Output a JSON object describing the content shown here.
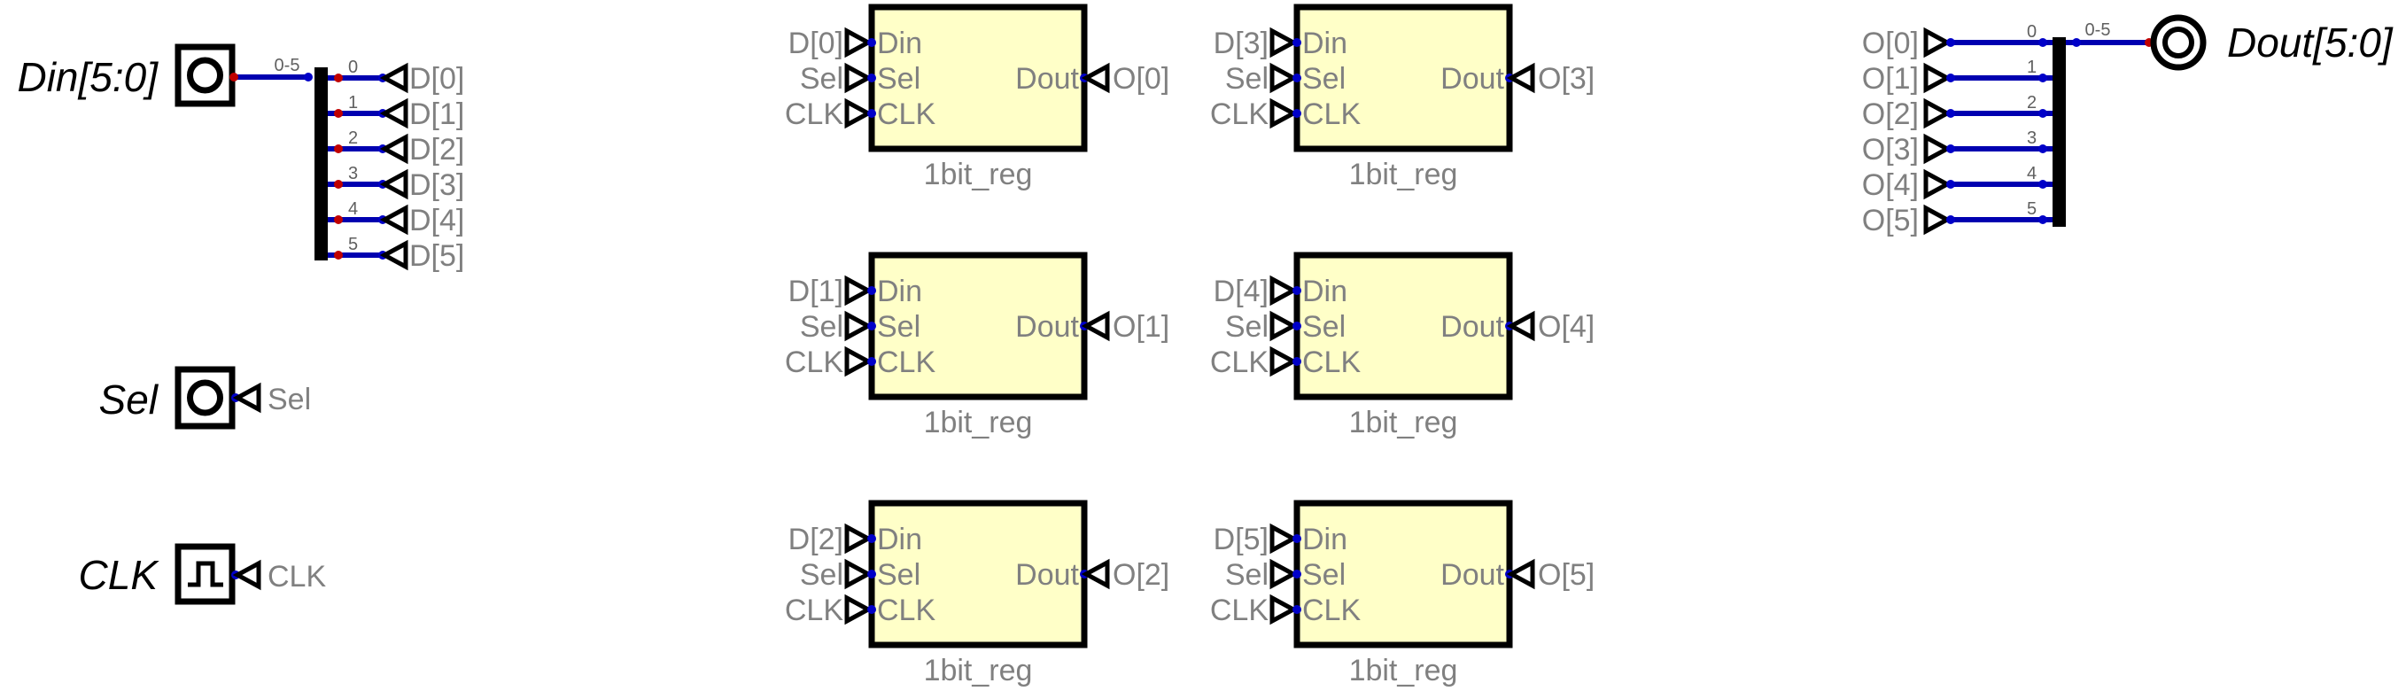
{
  "colors": {
    "wire": "#0000b0",
    "dot_blue": "#0000c8",
    "dot_red": "#c00000",
    "block_fill": "#ffffc8",
    "block_stroke": "#000000",
    "label_gray": "#808080"
  },
  "inputs": {
    "din": {
      "name": "Din[5:0]",
      "range": "0-5",
      "icon": "input-pin-icon"
    },
    "sel": {
      "name": "Sel",
      "tunnel": "Sel",
      "icon": "input-pin-icon"
    },
    "clk": {
      "name": "CLK",
      "tunnel": "CLK",
      "icon": "clock-icon"
    }
  },
  "splitter_in": {
    "bits": [
      "0",
      "1",
      "2",
      "3",
      "4",
      "5"
    ],
    "tunnels": [
      "D[0]",
      "D[1]",
      "D[2]",
      "D[3]",
      "D[4]",
      "D[5]"
    ]
  },
  "registers": [
    {
      "din": "D[0]",
      "sel": "Sel",
      "clk": "CLK",
      "out": "O[0]",
      "name": "1bit_reg",
      "port_din": "Din",
      "port_sel": "Sel",
      "port_clk": "CLK",
      "port_out": "Dout"
    },
    {
      "din": "D[1]",
      "sel": "Sel",
      "clk": "CLK",
      "out": "O[1]",
      "name": "1bit_reg",
      "port_din": "Din",
      "port_sel": "Sel",
      "port_clk": "CLK",
      "port_out": "Dout"
    },
    {
      "din": "D[2]",
      "sel": "Sel",
      "clk": "CLK",
      "out": "O[2]",
      "name": "1bit_reg",
      "port_din": "Din",
      "port_sel": "Sel",
      "port_clk": "CLK",
      "port_out": "Dout"
    },
    {
      "din": "D[3]",
      "sel": "Sel",
      "clk": "CLK",
      "out": "O[3]",
      "name": "1bit_reg",
      "port_din": "Din",
      "port_sel": "Sel",
      "port_clk": "CLK",
      "port_out": "Dout"
    },
    {
      "din": "D[4]",
      "sel": "Sel",
      "clk": "CLK",
      "out": "O[4]",
      "name": "1bit_reg",
      "port_din": "Din",
      "port_sel": "Sel",
      "port_clk": "CLK",
      "port_out": "Dout"
    },
    {
      "din": "D[5]",
      "sel": "Sel",
      "clk": "CLK",
      "out": "O[5]",
      "name": "1bit_reg",
      "port_din": "Din",
      "port_sel": "Sel",
      "port_clk": "CLK",
      "port_out": "Dout"
    }
  ],
  "splitter_out": {
    "tunnels": [
      "O[0]",
      "O[1]",
      "O[2]",
      "O[3]",
      "O[4]",
      "O[5]"
    ],
    "bits": [
      "0",
      "1",
      "2",
      "3",
      "4",
      "5"
    ],
    "range": "0-5"
  },
  "output": {
    "name": "Dout[5:0]",
    "icon": "output-pin-icon"
  }
}
